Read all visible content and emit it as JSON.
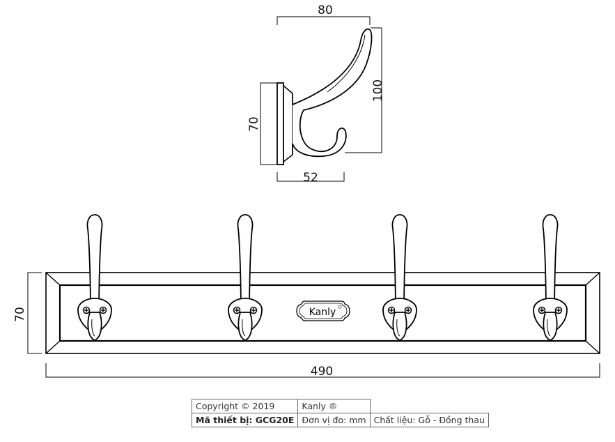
{
  "dimensions": {
    "hook_width": "80",
    "hook_height": "100",
    "base_height": "70",
    "base_depth": "52",
    "rail_height": "70",
    "rail_length": "490"
  },
  "logo": {
    "text": "Kanly"
  },
  "title_block": {
    "copyright": "Copyright © 2019",
    "brand": "Kanly ®",
    "model": "Mã thiết bị: GCG20E",
    "unit": "Đơn vị đo: mm",
    "material": "Chất liệu: Gỗ - Đồng thau"
  }
}
